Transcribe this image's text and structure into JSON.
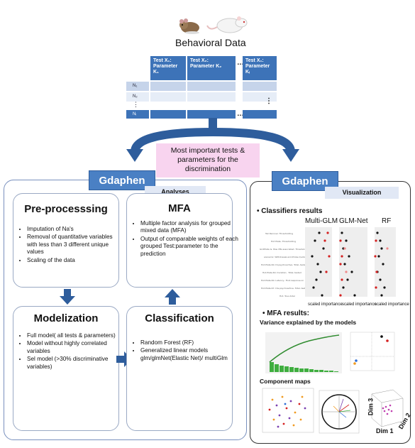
{
  "header": {
    "title": "Behavioral Data"
  },
  "data_table": {
    "col1": "Test X₁: Parameter K₁",
    "col2": "Test X₂: Parameter K₂",
    "col3": "Test X₁: Parameter Kᵢ",
    "ellipsis": "…",
    "vdots": "⋮",
    "rows": [
      "N₁",
      "N₂",
      "⋮",
      "Nᵢ"
    ]
  },
  "center_box": "Most important tests & parameters for the discrimination",
  "left_panel": {
    "tag": "Gdaphen",
    "subtag": "Analyses",
    "preprocessing": {
      "title": "Pre-processsing",
      "items": [
        "Imputation of Na's",
        "Removal of quantitative variables with less than 3 different unique values",
        "Scaling of the data"
      ]
    },
    "mfa": {
      "title": "MFA",
      "items": [
        "Multiple factor analysis for grouped mixed data (MFA)",
        "Output of comparable weights of each grouped Test:parameter to the prediction"
      ]
    },
    "modelization": {
      "title": "Modelization",
      "items": [
        "Full model( all tests & parameters)",
        "Model without highly correlated variables",
        "Sel model (>30% discriminative variables)"
      ]
    },
    "classification": {
      "title": "Classification",
      "items": [
        "Random Forest (RF)",
        "Generalized linear models glm/glmNet(Elastic Net)/ multiGlm"
      ]
    }
  },
  "right_panel": {
    "tag": "Gdaphen",
    "subtag": "Visualization",
    "classifiers_title": "Classifiers results",
    "col_labels": [
      "Multi-GLM",
      "GLM-Net",
      "RF"
    ],
    "scaled_importance": "scaled importance",
    "mfa_title": "MFA results:",
    "variance_title": "Variance explained by the models",
    "component_maps": "Component maps",
    "dim1": "Dim 1",
    "dim2": "Dim 2",
    "dim3": "Dim 3",
    "colors": {
      "accent": "#4a80c4",
      "pink": "#f8d4ef",
      "green": "#3fae3f",
      "red": "#d42020"
    }
  }
}
